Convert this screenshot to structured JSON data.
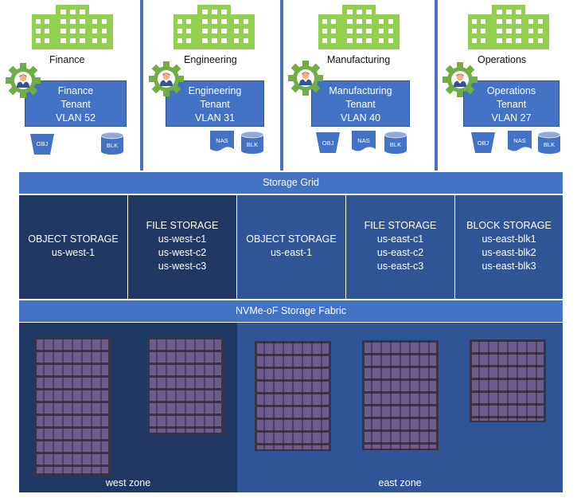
{
  "tenants": [
    {
      "name": "Finance",
      "box_lines": [
        "Finance",
        "Tenant",
        "VLAN 52"
      ],
      "volumes": [
        "OBJ",
        "BLK"
      ]
    },
    {
      "name": "Engineering",
      "box_lines": [
        "Engineering",
        "Tenant",
        "VLAN 31"
      ],
      "volumes": [
        "NAS",
        "BLK"
      ]
    },
    {
      "name": "Manufacturing",
      "box_lines": [
        "Manufacturing",
        "Tenant",
        "VLAN 40"
      ],
      "volumes": [
        "OBJ",
        "NAS",
        "BLK"
      ]
    },
    {
      "name": "Operations",
      "box_lines": [
        "Operations",
        "Tenant",
        "VLAN 27"
      ],
      "volumes": [
        "OBJ",
        "NAS",
        "BLK"
      ]
    }
  ],
  "storage_grid": {
    "title": "Storage Grid",
    "cells": [
      {
        "lines": [
          "OBJECT STORAGE",
          "us-west-1"
        ]
      },
      {
        "lines": [
          "FILE STORAGE",
          "us-west-c1",
          "us-west-c2",
          "us-west-c3"
        ]
      },
      {
        "lines": [
          "OBJECT STORAGE",
          "us-east-1"
        ]
      },
      {
        "lines": [
          "FILE STORAGE",
          "us-east-c1",
          "us-east-c2",
          "us-east-c3"
        ]
      },
      {
        "lines": [
          "BLOCK STORAGE",
          "us-east-blk1",
          "us-east-blk2",
          "us-east-blk3"
        ]
      }
    ]
  },
  "fabric": {
    "title": "NVMe-oF Storage Fabric"
  },
  "zones": [
    {
      "label": "west zone"
    },
    {
      "label": "east zone"
    }
  ],
  "colors": {
    "accent": "#4472c4",
    "tenant_border": "#2f528f",
    "building": "#92d050",
    "gear": "#70ad47",
    "cell_dark": "#1f3864",
    "cell_mid": "#2f5597",
    "west_zone": "#1f3864",
    "east_zone": "#2f5597",
    "rack": "#3a3447"
  }
}
